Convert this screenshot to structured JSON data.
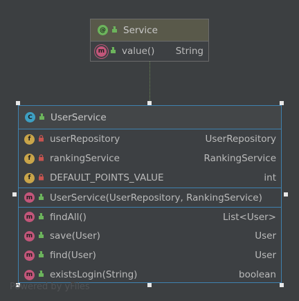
{
  "service": {
    "title": "Service",
    "icon": "interface-icon",
    "methods": [
      {
        "name": "value()",
        "type": "String",
        "icon": "abstract-method-icon",
        "visibility": "public"
      }
    ]
  },
  "user_service": {
    "title": "UserService",
    "icon": "class-icon",
    "fields": [
      {
        "name": "userRepository",
        "type": "UserRepository",
        "icon": "field-icon",
        "visibility": "private"
      },
      {
        "name": "rankingService",
        "type": "RankingService",
        "icon": "field-icon",
        "visibility": "private"
      },
      {
        "name": "DEFAULT_POINTS_VALUE",
        "type": "int",
        "icon": "field-icon",
        "visibility": "private"
      }
    ],
    "constructors": [
      {
        "name": "UserService(UserRepository, RankingService)",
        "icon": "method-icon",
        "visibility": "public"
      }
    ],
    "methods": [
      {
        "name": "findAll()",
        "type": "List<User>",
        "icon": "method-icon",
        "visibility": "public"
      },
      {
        "name": "save(User)",
        "type": "User",
        "icon": "method-icon",
        "visibility": "public"
      },
      {
        "name": "find(User)",
        "type": "User",
        "icon": "method-icon",
        "visibility": "public"
      },
      {
        "name": "existsLogin(String)",
        "type": "boolean",
        "icon": "method-icon",
        "visibility": "public"
      }
    ]
  },
  "watermark": "Powered by yFiles",
  "colors": {
    "background": "#3c3f41",
    "selection_border": "#3f82b0",
    "interface_header": "#59594a",
    "method_badge": "#c3567a",
    "field_badge": "#c9a54a",
    "class_badge": "#3d9fc2",
    "public_marker": "#6cb45c",
    "private_lock": "#c75450"
  }
}
